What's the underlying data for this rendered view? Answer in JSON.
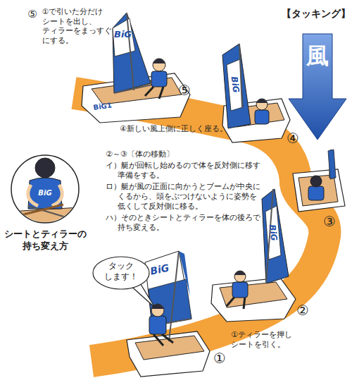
{
  "diagram": {
    "title": "【タッキング】",
    "nodes": [
      {
        "text": [
          "風"
        ]
      },
      {
        "text": [
          "シートとティラーの 持ち変え方"
        ]
      },
      {
        "text": [
          "タック します！"
        ]
      }
    ],
    "labels": [
      "⑤",
      "①で引いた分だけ シートを出し、 ティラーをまっすぐ にする。",
      "BiG",
      "BiG1",
      "BiG",
      "⑤",
      "④新しい風上側に正しく座る。",
      "④",
      "②～③〔体の移動〕",
      "イ）艇が回転し始めるので体を反対側に移す 準備をする。",
      "ロ）艇が風の正面に向かうとブームが中央に くるから、頭をぶつけないように姿勢を 低くして反対側に移る。",
      "ハ）そのときシートとティラーを体の後ろで 持ち変える。",
      "BiG",
      "③",
      "BiG",
      "②",
      "BiG",
      "①ティラーを押し シートを引く。",
      "①"
    ]
  }
}
